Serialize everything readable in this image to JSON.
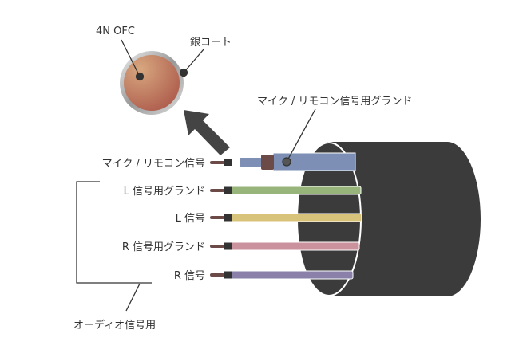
{
  "labels": {
    "conductor": "4N OFC",
    "coating": "銀コート",
    "mic_ground": "マイク / リモコン信号用グランド",
    "mic_signal": "マイク / リモコン信号",
    "l_ground": "L 信号用グランド",
    "l_signal": "L 信号",
    "r_ground": "R 信号用グランド",
    "r_signal": "R 信号",
    "audio_group": "オーディオ信号用"
  },
  "colors": {
    "mic": "#7d8fb5",
    "l_ground": "#97b57a",
    "l_signal": "#d8c37a",
    "r_ground": "#c9929d",
    "r_signal": "#8a80aa",
    "jacket": "#3b3b3b"
  }
}
